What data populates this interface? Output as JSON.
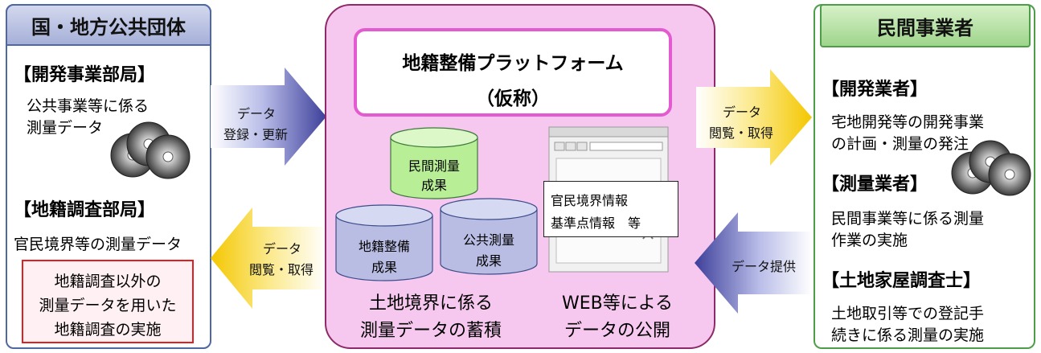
{
  "left": {
    "title": "国・地方公共団体",
    "dev_heading": "【開発事業部局】",
    "dev_line1": "公共事業等に係る",
    "dev_line2": "測量データ",
    "survey_heading": "【地籍調査部局】",
    "survey_line": "官民境界等の測量データ",
    "box_line1": "地籍調査以外の",
    "box_line2": "測量データを用いた",
    "box_line3": "地籍調査の実施"
  },
  "center": {
    "platform_line1": "地籍整備プラットフォーム",
    "platform_line2": "（仮称）",
    "db_private_1": "民間測量",
    "db_private_2": "成果",
    "db_cadastral_1": "地籍整備",
    "db_cadastral_2": "成果",
    "db_public_1": "公共測量",
    "db_public_2": "成果",
    "web_info_1": "官民境界情報",
    "web_info_2": "基準点情報　等",
    "caption_left_1": "土地境界に係る",
    "caption_left_2": "測量データの蓄積",
    "caption_right_1": "WEB等による",
    "caption_right_2": "データの公開"
  },
  "right": {
    "title": "民間事業者",
    "dev_heading": "【開発業者】",
    "dev_line1": "宅地開発等の開発事業",
    "dev_line2": "の計画・測量の発注",
    "surveyor_heading": "【測量業者】",
    "surveyor_line1": "民間事業等に係る測量",
    "surveyor_line2": "作業の実施",
    "house_heading": "【土地家屋調査士】",
    "house_line1": "土地取引等での登記手",
    "house_line2": "続きに係る測量の実施"
  },
  "arrows": {
    "left_top_1": "データ",
    "left_top_2": "登録・更新",
    "left_bottom_1": "データ",
    "left_bottom_2": "閲覧・取得",
    "right_top_1": "データ",
    "right_top_2": "閲覧・取得",
    "right_bottom": "データ提供"
  },
  "colors": {
    "left_accent": "#4f67a3",
    "center_fill": "#f7c8ef",
    "platform_border": "#e35bd0",
    "right_accent": "#4e9e49",
    "arrow_blue": "#5a5fb0",
    "arrow_yellow": "#f2d32b",
    "highlight_red": "#e02020"
  },
  "icons": [
    "disc-stack-icon",
    "database-cylinder-icon",
    "browser-window-icon",
    "arrow-right-icon",
    "arrow-left-icon"
  ]
}
